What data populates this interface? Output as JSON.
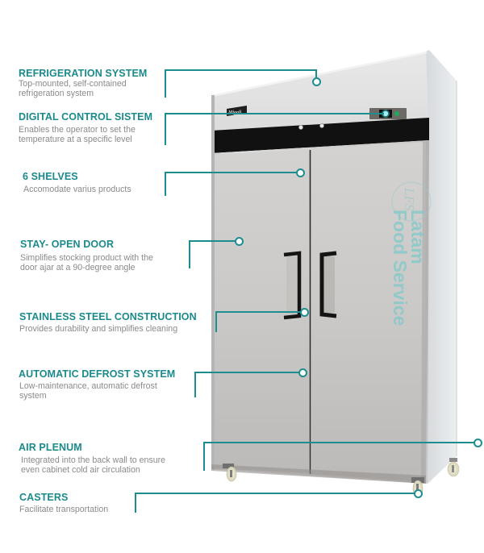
{
  "diagram": {
    "subject": "Two-door stainless steel reach-in refrigerator",
    "brand_badge": "Migali",
    "accent_color": "#1e8d8f",
    "title_color": "#1b8a8c",
    "description_color": "#8a8a8a"
  },
  "watermark": {
    "logo": "LFS",
    "line1": "Latam",
    "line2": "Food Service"
  },
  "callouts": [
    {
      "title": "REFRIGERATION SYSTEM",
      "description_lines": [
        "Top-mounted, self-contained",
        "refrigeration system"
      ]
    },
    {
      "title": "DIGITAL CONTROL SISTEM",
      "description_lines": [
        "Enables the operator to set the",
        "temperature at a specific level"
      ]
    },
    {
      "title": "6 SHELVES",
      "description_lines": [
        "Accomodate varius products"
      ]
    },
    {
      "title": "STAY- OPEN DOOR",
      "description_lines": [
        "Simplifies stocking product with the",
        "door ajar at a 90-degree angle"
      ]
    },
    {
      "title": "STAINLESS STEEL CONSTRUCTION",
      "description_lines": [
        "Provides  durability and simplifies cleaning"
      ]
    },
    {
      "title": "AUTOMATIC DEFROST SYSTEM",
      "description_lines": [
        "Low-maintenance, automatic defrost",
        "system"
      ]
    },
    {
      "title": "AIR PLENUM",
      "description_lines": [
        "Integrated into the back wall to ensure",
        "even cabinet cold air circulation"
      ]
    },
    {
      "title": "CASTERS",
      "description_lines": [
        "Facilitate transportation"
      ]
    }
  ]
}
